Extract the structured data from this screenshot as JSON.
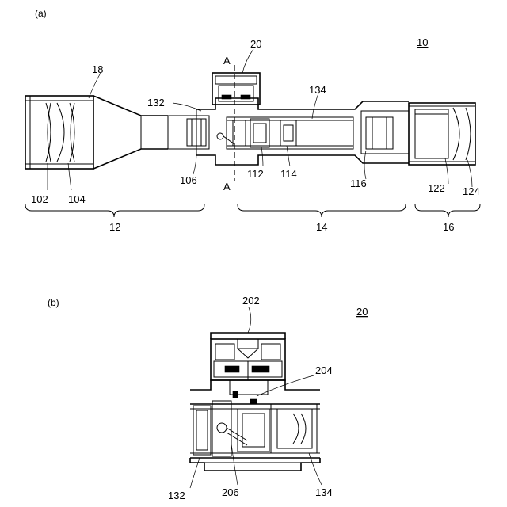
{
  "figure": {
    "panel_a": {
      "label": "(a)",
      "fig_ref": "10",
      "section_marks": [
        "A",
        "A"
      ],
      "refs": [
        "18",
        "20",
        "132",
        "134",
        "102",
        "104",
        "106",
        "112",
        "114",
        "116",
        "122",
        "124"
      ],
      "groups": [
        "12",
        "14",
        "16"
      ]
    },
    "panel_b": {
      "label": "(b)",
      "fig_ref": "20",
      "refs": [
        "202",
        "204",
        "206",
        "132",
        "134"
      ]
    }
  }
}
